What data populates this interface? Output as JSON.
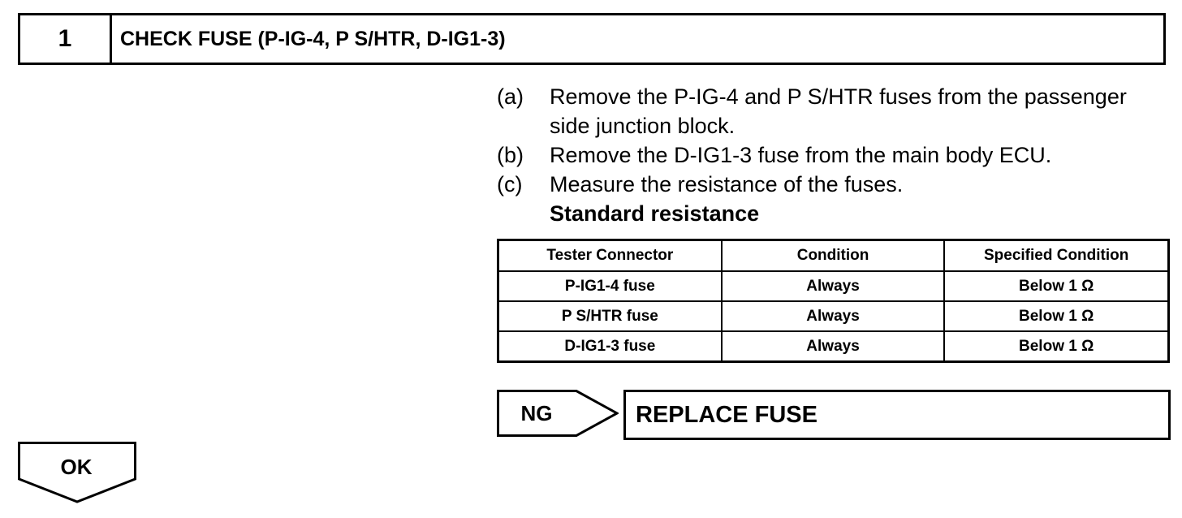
{
  "step": {
    "number": "1",
    "title": "CHECK FUSE (P-IG-4, P S/HTR, D-IG1-3)"
  },
  "instructions": [
    {
      "letter": "(a)",
      "text": "Remove the P-IG-4 and P S/HTR fuses from the passenger side junction block."
    },
    {
      "letter": "(b)",
      "text": "Remove the D-IG1-3 fuse from the main body ECU."
    },
    {
      "letter": "(c)",
      "text": "Measure the resistance of the fuses."
    }
  ],
  "standard_heading": "Standard resistance",
  "table": {
    "headers": [
      "Tester Connector",
      "Condition",
      "Specified Condition"
    ],
    "rows": [
      [
        "P-IG1-4 fuse",
        "Always",
        "Below 1 Ω"
      ],
      [
        "P S/HTR fuse",
        "Always",
        "Below 1 Ω"
      ],
      [
        "D-IG1-3 fuse",
        "Always",
        "Below 1 Ω"
      ]
    ]
  },
  "ng_branch": {
    "label": "NG",
    "result": "REPLACE FUSE"
  },
  "ok_branch": {
    "label": "OK"
  }
}
